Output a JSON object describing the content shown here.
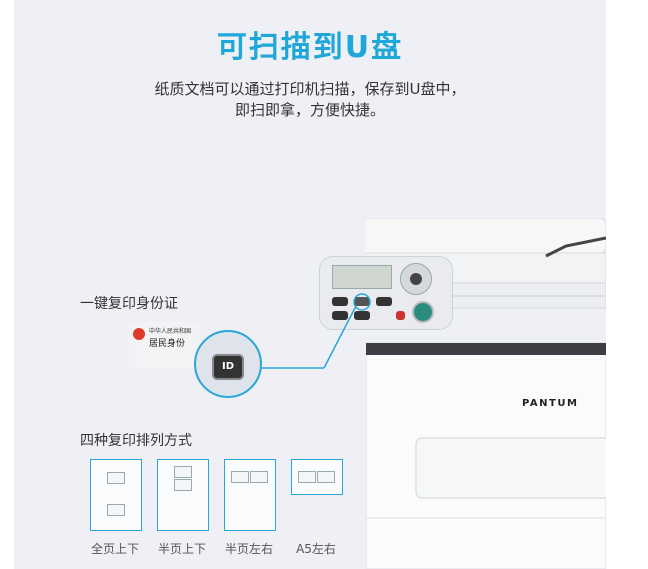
{
  "title": "可扫描到U盘",
  "subtitle_line1": "纸质文档可以通过打印机扫描，保存到U盘中，",
  "subtitle_line2": "即扫即拿，方便快捷。",
  "id_copy_label": "一键复印身份证",
  "id_button_text": "ID",
  "id_card_header": "中华人民共和国",
  "id_card_title": "居民身份",
  "copy_modes_label": "四种复印排列方式",
  "copy_modes": [
    "全页上下",
    "半页上下",
    "半页左右",
    "A5左右"
  ],
  "brand": "PANTUM",
  "colors": {
    "accent": "#1ea7d8",
    "panel_bg": "#eef0f6"
  }
}
